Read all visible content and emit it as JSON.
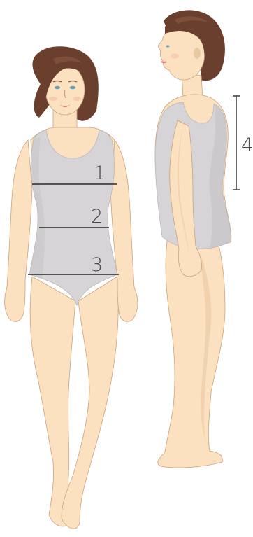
{
  "measurements": [
    {
      "id": "bust",
      "label": "1"
    },
    {
      "id": "waist",
      "label": "2"
    },
    {
      "id": "hips",
      "label": "3"
    },
    {
      "id": "back-length",
      "label": "4"
    }
  ],
  "colors": {
    "skin": "#fbe1c0",
    "skin_shade": "#e9c9a1",
    "skin_outline": "#c9a27e",
    "garment": "#d6d4d6",
    "garment_shade": "#c3c1c4",
    "hair": "#6b3f2e",
    "hair_light": "#8a5a43",
    "line": "#2a2a2a"
  }
}
